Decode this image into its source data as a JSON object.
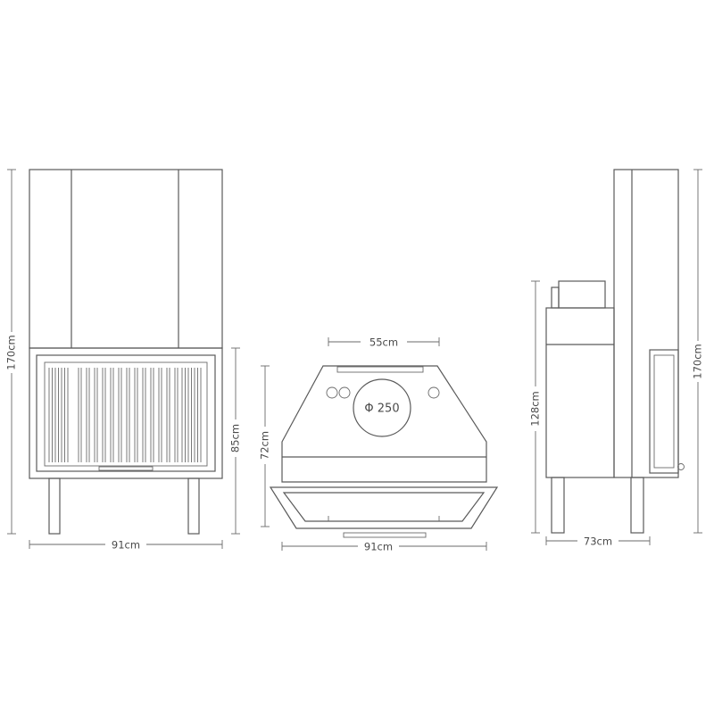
{
  "front_view": {
    "height_label": "170cm",
    "firebox_height_label": "85cm",
    "width_label": "91cm"
  },
  "top_view": {
    "depth_label": "72cm",
    "flue_width_label": "55cm",
    "flue_diameter_label": "Φ 250",
    "width_label": "91cm"
  },
  "side_view": {
    "firebox_height_label": "128cm",
    "height_label": "170cm",
    "depth_label": "73cm"
  }
}
